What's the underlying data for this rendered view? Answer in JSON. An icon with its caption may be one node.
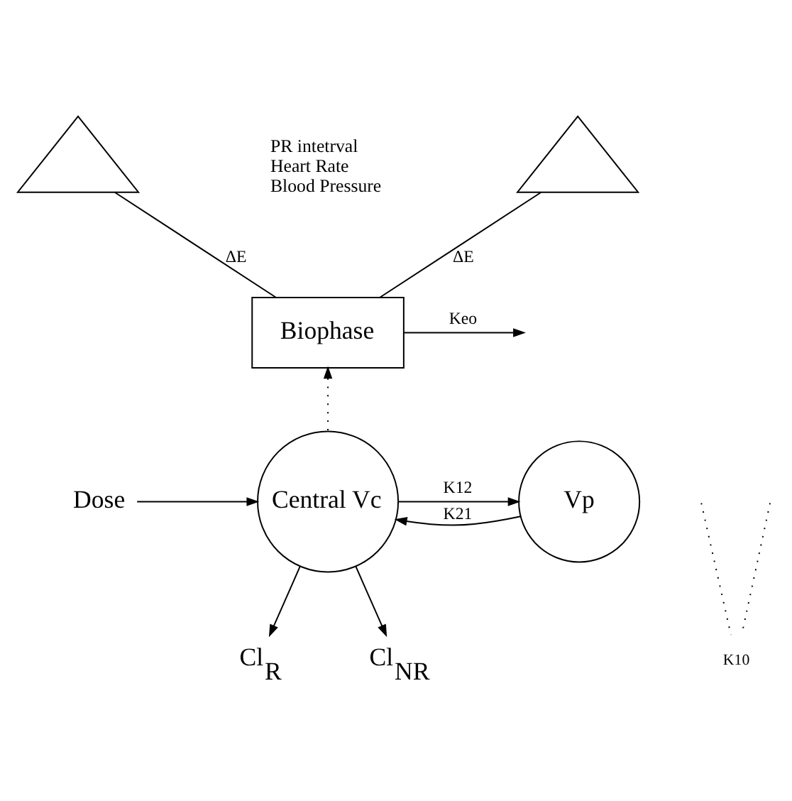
{
  "diagram": {
    "nodes": [
      {
        "text": [],
        "shape": "triangle"
      },
      {
        "text": [],
        "shape": "triangle"
      },
      {
        "text": [
          "Biophase"
        ]
      },
      {
        "text": [
          "Central Vc"
        ]
      },
      {
        "text": [
          "Vp"
        ]
      },
      {
        "text": [
          "Dose"
        ]
      },
      {
        "text": [
          "Cl$_{R}$"
        ]
      },
      {
        "text": [
          "Cl$_{NR}$"
        ]
      },
      {
        "text": [
          "K10"
        ]
      }
    ],
    "edges": [
      {
        "from": 0,
        "to": 2,
        "arrow": "none",
        "label": "ΔE"
      },
      {
        "from": 1,
        "to": 2,
        "arrow": "none",
        "label": "ΔE"
      },
      {
        "from": 2,
        "to": null,
        "arrow": "to",
        "label": "Keo"
      },
      {
        "from": 3,
        "to": 2,
        "arrow": "to",
        "style": "dashed"
      },
      {
        "from": 5,
        "to": 3,
        "arrow": "to"
      },
      {
        "from": 3,
        "to": 4,
        "arrow": "to",
        "label": "K12"
      },
      {
        "from": 4,
        "to": 3,
        "arrow": "to",
        "label": "K21"
      },
      {
        "from": 3,
        "to": 6,
        "arrow": "to"
      },
      {
        "from": 3,
        "to": 7,
        "arrow": "to"
      },
      {
        "from": 8,
        "to": null,
        "arrow": "none",
        "style": "dashed"
      },
      {
        "from": 8,
        "to": null,
        "arrow": "none",
        "style": "dashed"
      }
    ],
    "labels": [
      "PR intetrval",
      "Heart Rate",
      "Blood Pressure"
    ]
  }
}
